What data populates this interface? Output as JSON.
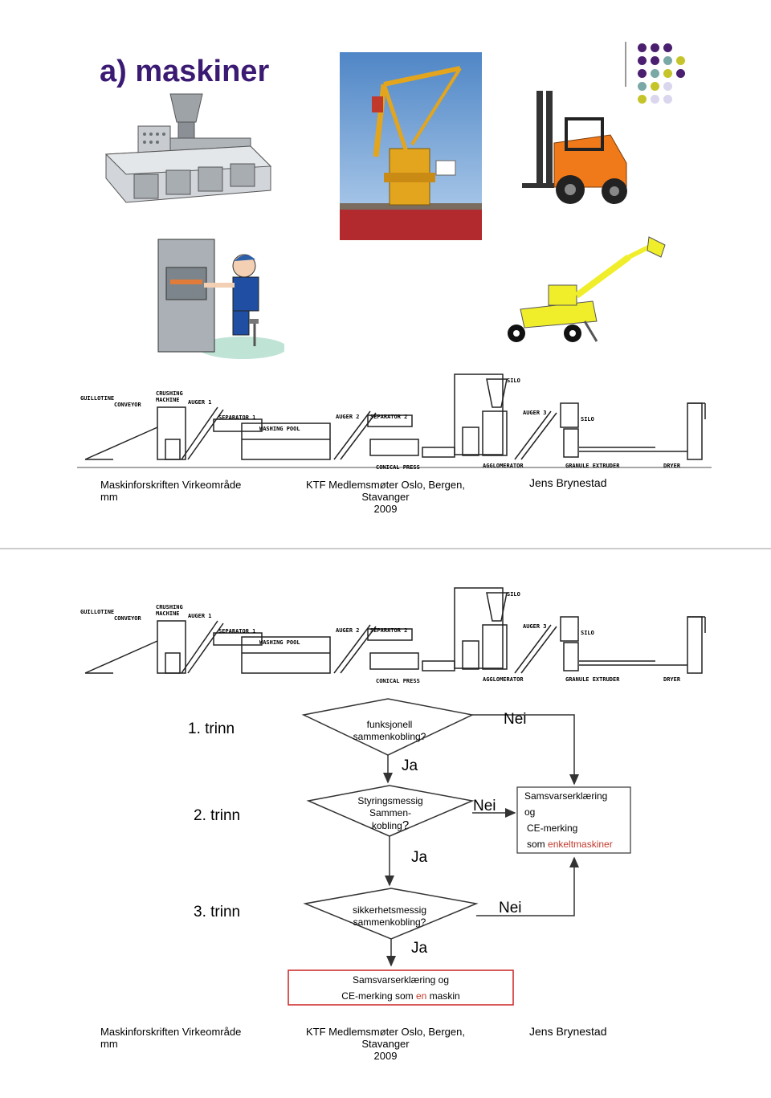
{
  "slide1": {
    "title": "a) maskiner",
    "footer": {
      "left_line1": "Maskinforskriften Virkeområde",
      "left_line2": "mm",
      "center_line1": "KTF Medlemsmøter Oslo, Bergen, Stavanger",
      "center_line2": "2009",
      "right": "Jens Brynestad"
    },
    "accent_colors": {
      "purple": "#4b1f6f",
      "teal": "#7aa8a6",
      "olive": "#c5c42b",
      "lavender": "#d9d6ee"
    }
  },
  "plant_labels": {
    "guillotine": "GUILLOTINE",
    "conveyor": "CONVEYOR",
    "crushing": "CRUSHING",
    "machine": "MACHINE",
    "auger1": "AUGER 1",
    "separator1": "SEPARATOR 1",
    "washing_pool": "WASHING POOL",
    "auger2": "AUGER 2",
    "separator2": "SEPARATOR 2",
    "conical_press": "CONICAL PRESS",
    "silo_top": "SILO",
    "agglomerator": "AGGLOMERATOR",
    "auger3": "AUGER 3",
    "silo": "SILO",
    "granule_extruder": "GRANULE EXTRUDER",
    "dryer": "DRYER"
  },
  "slide2": {
    "steps": [
      {
        "trinn": "1. trinn",
        "question_line1": "funksjonell",
        "question_line2": "sammenkobling?",
        "question_line3": "",
        "nei": "Nei",
        "ja": "Ja"
      },
      {
        "trinn": "2. trinn",
        "question_line1": "Styringsmessig",
        "question_line2": "Sammen-",
        "question_line3": "kobling",
        "qmark": "?",
        "nei": "Nei",
        "ja": "Ja"
      },
      {
        "trinn": "3. trinn",
        "question_line1": "sikkerhetsmessig",
        "question_line2": "sammenkobling?",
        "question_line3": "",
        "nei": "Nei",
        "ja": "Ja"
      }
    ],
    "side_box": {
      "line1": "Samsvarserklæring",
      "line2": "og",
      "line3": "CE-merking",
      "line4_prefix": "som ",
      "line4_highlight": "enkeltmaskiner"
    },
    "bottom_box": {
      "line1": "Samsvarserklæring og",
      "line2_prefix": "CE-merking som ",
      "line2_highlight": "en",
      "line2_suffix": " maskin"
    },
    "footer": {
      "left_line1": "Maskinforskriften Virkeområde",
      "left_line2": "mm",
      "center_line1": "KTF Medlemsmøter Oslo, Bergen, Stavanger",
      "center_line2": "2009",
      "right": "Jens Brynestad"
    }
  }
}
